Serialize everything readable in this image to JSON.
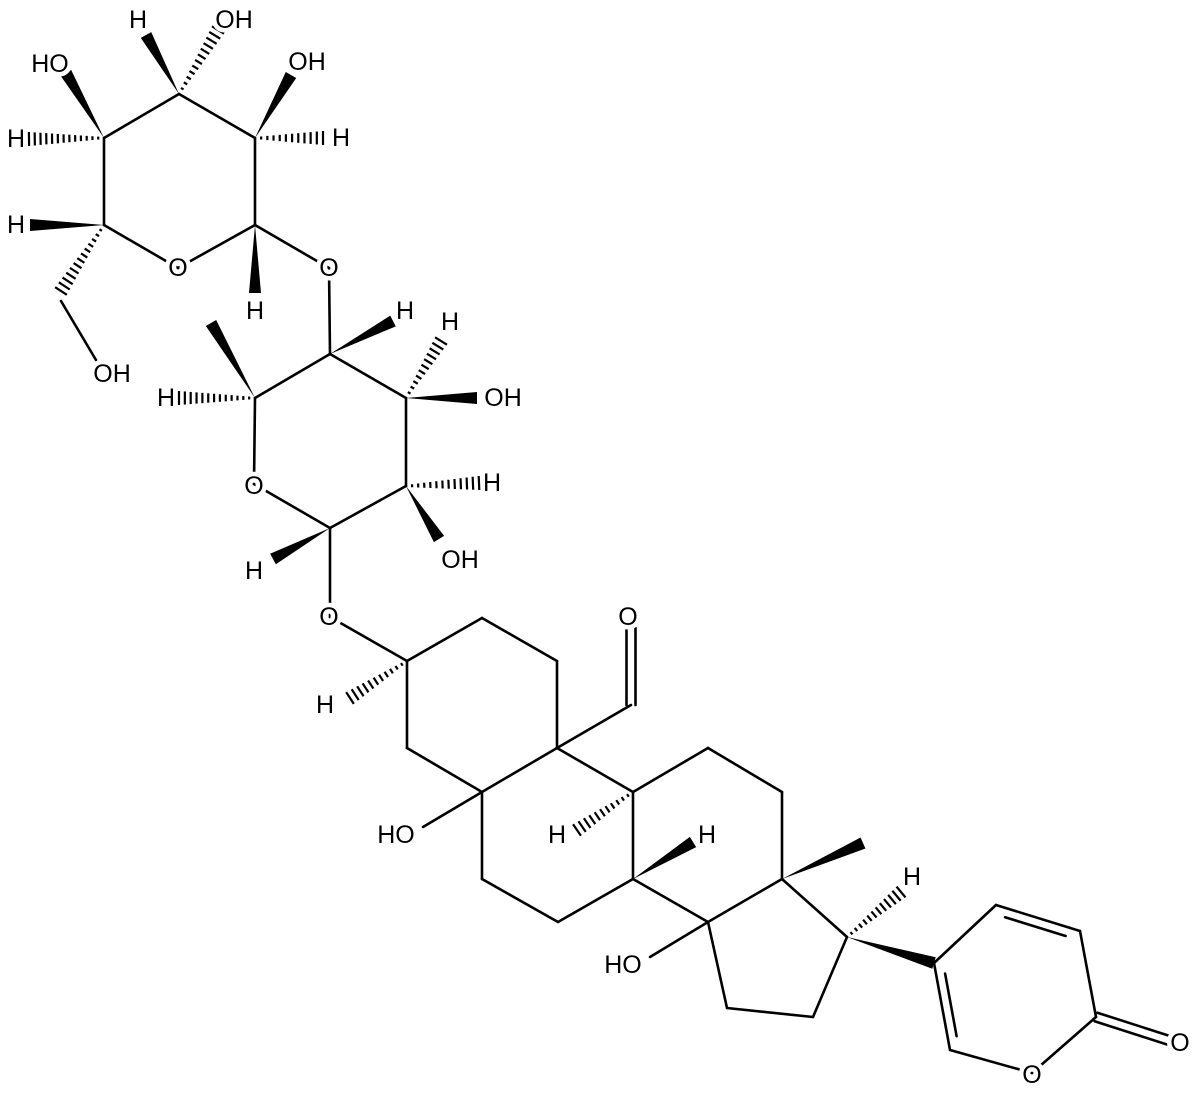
{
  "title": "Glycosylated bufadienolide structure",
  "atoms": {
    "s1_HO_c4": "HO",
    "s1_H_c4": "H",
    "s1_H_c3": "H",
    "s1_OH_c3": "OH",
    "s1_OH_c2": "OH",
    "s1_H_c2": "H",
    "s1_H_c5": "H",
    "s1_OH_c6": "OH",
    "s1_H_c1": "H",
    "s1_ring_O": "O",
    "glyco_O_1": "O",
    "s2_H_c4": "H",
    "s2_H_c3": "H",
    "s2_OH_c3": "OH",
    "s2_H_c2": "H",
    "s2_OH_c2": "OH",
    "s2_H_c1": "H",
    "s2_H_c5": "H",
    "s2_ring_O": "O",
    "glyco_O_2": "O",
    "st_H_c3": "H",
    "st_O_aldehyde": "O",
    "st_HO_c5": "HO",
    "st_H_c9": "H",
    "st_H_c8": "H",
    "st_H_c17": "H",
    "st_HO_c14": "HO",
    "lactone_ring_O": "O",
    "lactone_carbonyl_O": "O"
  },
  "colors": {
    "bond": "#000000",
    "background": "#ffffff"
  }
}
